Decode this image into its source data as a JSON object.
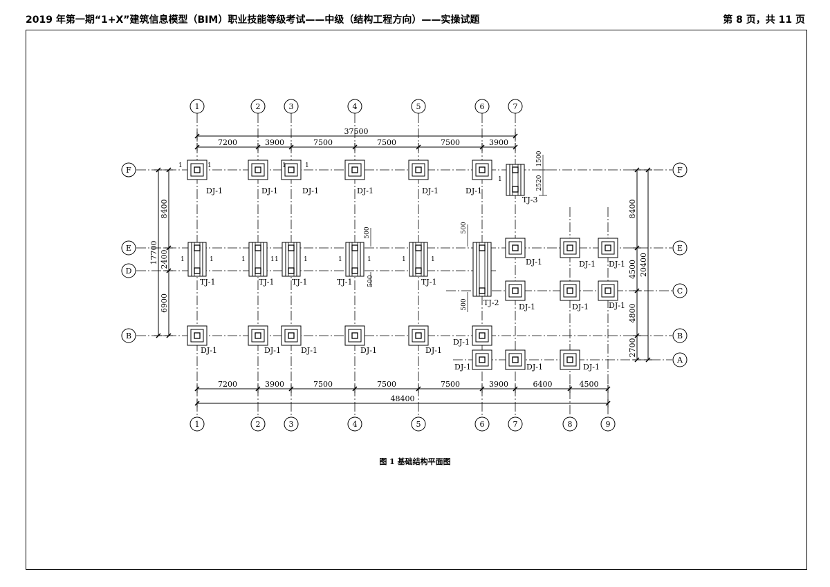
{
  "header": {
    "title": "2019 年第一期“1+X”建筑信息模型（BIM）职业技能等级考试——中级（结构工程方向）——实操试题",
    "page": "第 8 页，共 11 页"
  },
  "caption": "图 1  基础结构平面图",
  "axes": {
    "columns": [
      "1",
      "2",
      "3",
      "4",
      "5",
      "6",
      "7",
      "8",
      "9"
    ],
    "rows": [
      "F",
      "E",
      "D",
      "C",
      "B",
      "A"
    ]
  },
  "dimensions": {
    "top_total": "37500",
    "top_spans": [
      "7200",
      "3900",
      "7500",
      "7500",
      "7500",
      "3900"
    ],
    "bottom_total": "48400",
    "bottom_spans": [
      "7200",
      "3900",
      "7500",
      "7500",
      "7500",
      "3900",
      "6400",
      "4500"
    ],
    "left_total": "17700",
    "left_spans": [
      "8400",
      "2400",
      "6900"
    ],
    "right_total": "20400",
    "right_spans": [
      "8400",
      "4500",
      "4800",
      "2700"
    ],
    "small": [
      "500",
      "500",
      "500",
      "500",
      "1500",
      "2520"
    ]
  },
  "labels": {
    "dj1": "DJ-1",
    "tj1": "TJ-1",
    "tj2": "TJ-2",
    "tj3": "TJ-3",
    "sec": "1"
  }
}
